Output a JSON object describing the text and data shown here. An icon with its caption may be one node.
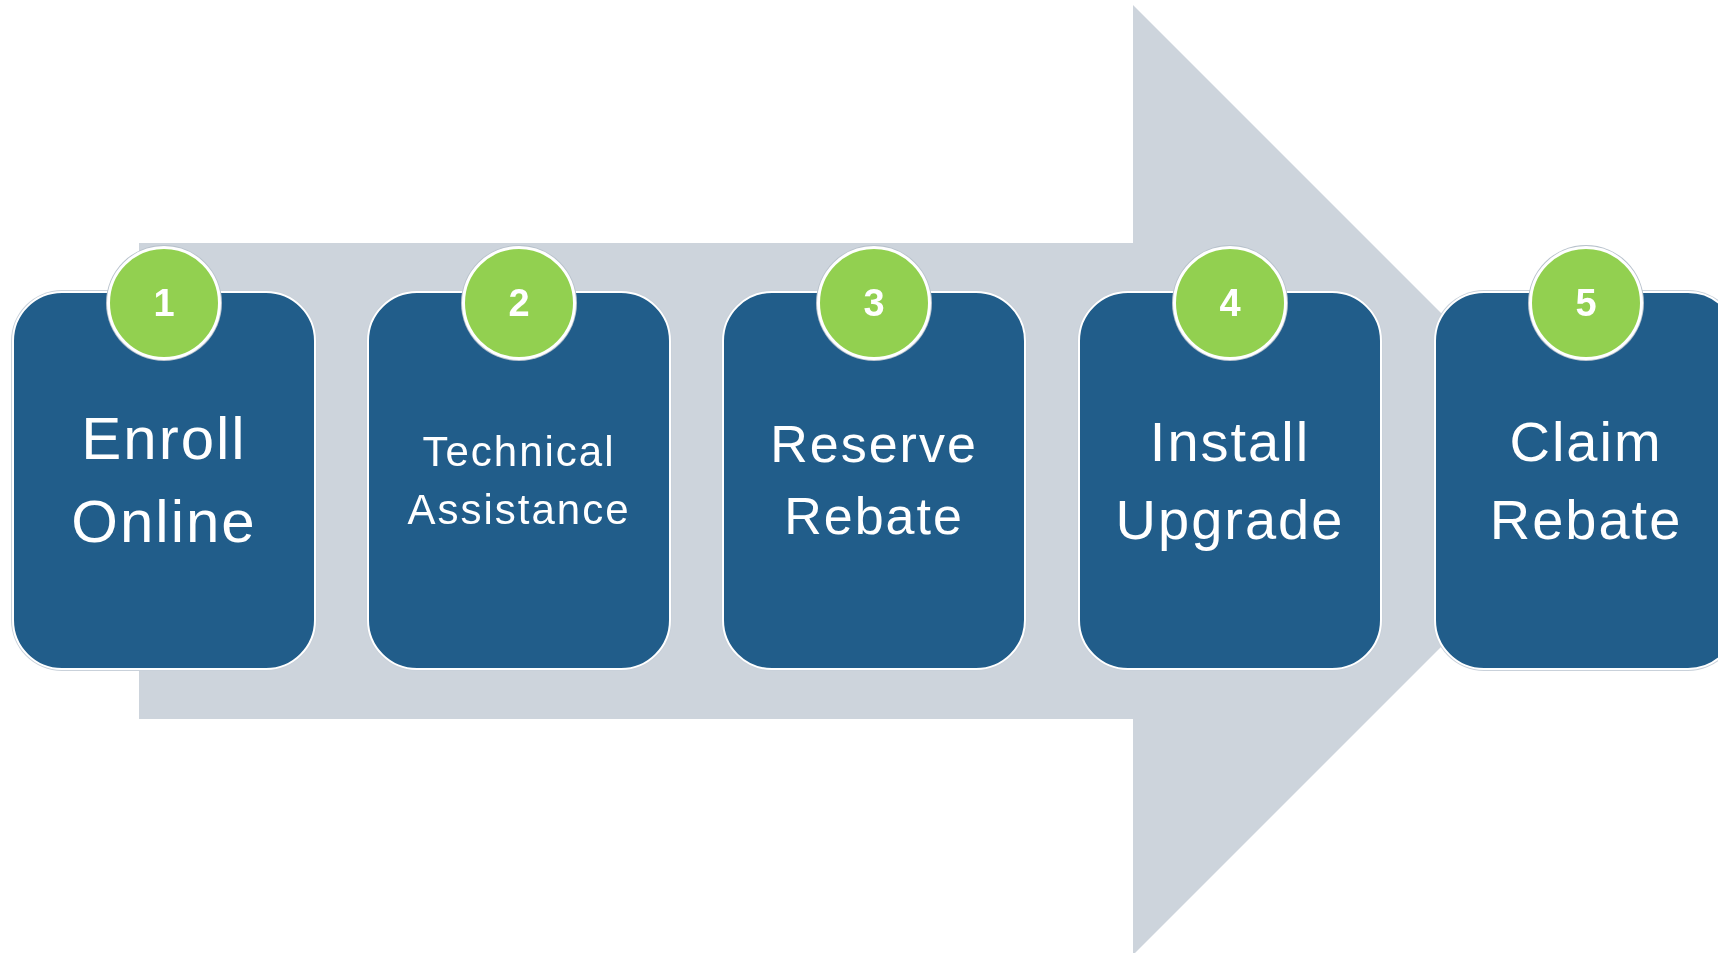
{
  "diagram": {
    "nodes": [
      {
        "text": [
          "1"
        ]
      },
      {
        "text": [
          "Enroll Online"
        ]
      },
      {
        "text": [
          "2"
        ]
      },
      {
        "text": [
          "Technical Assistance"
        ]
      },
      {
        "text": [
          "3"
        ]
      },
      {
        "text": [
          "Reserve Rebate"
        ]
      },
      {
        "text": [
          "4"
        ]
      },
      {
        "text": [
          "Install Upgrade"
        ]
      },
      {
        "text": [
          "5"
        ]
      },
      {
        "text": [
          "Claim Rebate"
        ]
      }
    ],
    "edges": [
      {
        "from": 1,
        "to": 9,
        "arrow": "to"
      }
    ]
  }
}
